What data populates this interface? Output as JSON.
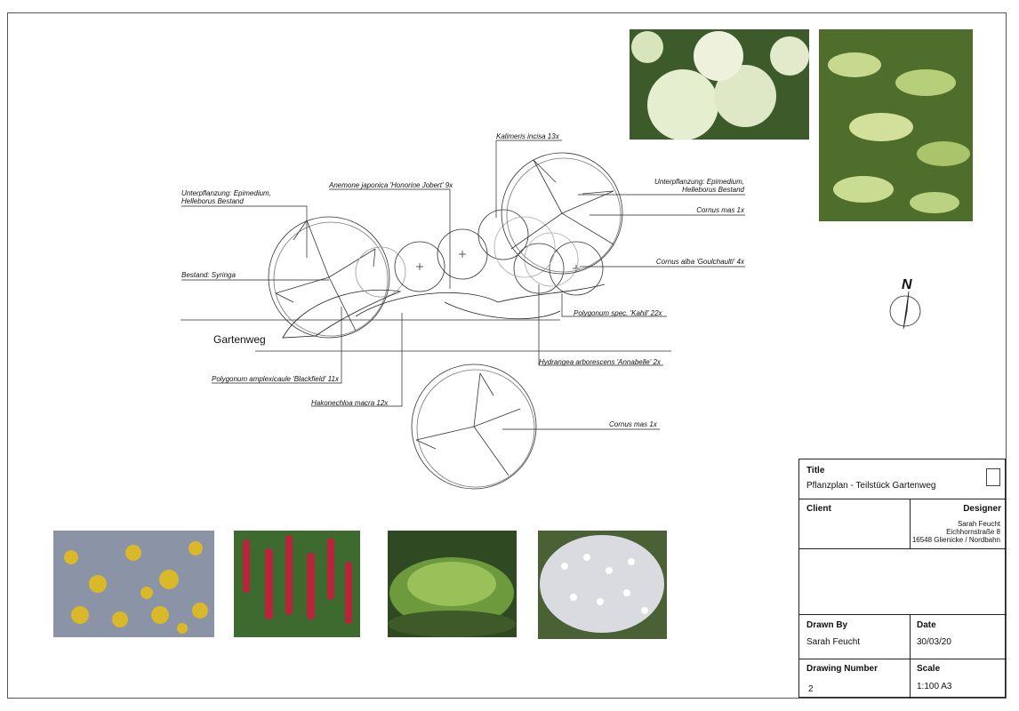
{
  "plant_labels": {
    "unterpflanzung_left_1": "Unterpflanzung: Epimedium,",
    "unterpflanzung_left_2": "Helleborus Bestand",
    "anemone": "Anemone japonica 'Honorine Jobert' 9x",
    "kalimeris": "Kalimeris incisa 13x",
    "unterpflanzung_right_1": "Unterpflanzung: Epimedium,",
    "unterpflanzung_right_2": "Helleborus Bestand",
    "cornus_mas_top": "Cornus mas 1x",
    "cornus_alba": "Cornus alba 'Goulchaulti' 4x",
    "bestand": "Bestand: Syringa",
    "polygonum_spec": "Polygonum spec. 'Kahil' 22x",
    "hydrangea": "Hydrangea arborescens 'Annabelle' 2x",
    "polygonum_ampl": "Polygonum amplexicaule 'Blackfield' 11x",
    "hakonechloa": "Hakonechloa macra 12x",
    "cornus_mas_bottom": "Cornus mas 1x"
  },
  "path_label": "Gartenweg",
  "north_label": "N",
  "title_block": {
    "title_heading": "Title",
    "title_value": "Pflanzplan - Teilstück Gartenweg",
    "client_heading": "Client",
    "designer_heading": "Designer",
    "designer_name": "Sarah Feucht",
    "designer_street": "Eichhornstraße 8",
    "designer_city": "16548 Glienicke / Nordbahn",
    "drawn_by_heading": "Drawn By",
    "drawn_by_value": "Sarah Feucht",
    "date_heading": "Date",
    "date_value": "30/03/20",
    "drawing_number_heading": "Drawing Number",
    "drawing_number_value": "2",
    "scale_heading": "Scale",
    "scale_value": "1:100 A3"
  },
  "photos": [
    {
      "subject": "hydrangea-annabelle",
      "color": "#d8e6b8"
    },
    {
      "subject": "cornus-alba-foliage",
      "color": "#8fae52"
    },
    {
      "subject": "cornus-mas-flowers",
      "color": "#d6b52a"
    },
    {
      "subject": "polygonum-red-spikes",
      "color": "#b8253a"
    },
    {
      "subject": "hakonechloa-grass",
      "color": "#5f8a3a"
    },
    {
      "subject": "kalimeris-white-flowers",
      "color": "#e8e8ea"
    }
  ]
}
